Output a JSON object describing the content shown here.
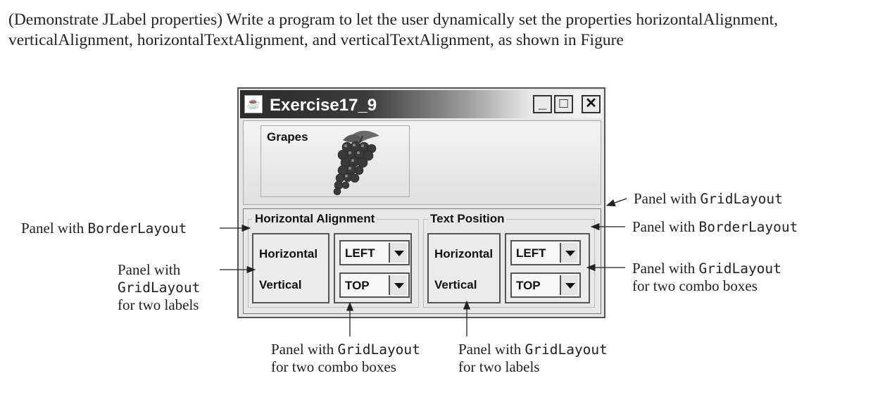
{
  "intro": "(Demonstrate JLabel properties) Write a program to let the user dynamically set the properties horizontalAlignment, verticalAlignment, horizontalTextAlignment, and verticalTextAlignment, as shown in Figure",
  "window": {
    "title": "Exercise17_9",
    "icon": "java-cup-icon",
    "buttons": {
      "minimize": "_",
      "maximize": "□",
      "close": "✕"
    },
    "display_label": {
      "text": "Grapes",
      "image": "grapes-image"
    }
  },
  "groups": {
    "alignment": {
      "title": "Horizontal Alignment",
      "labels": [
        "Horizontal",
        "Vertical"
      ],
      "combos": [
        "LEFT",
        "TOP"
      ]
    },
    "text_position": {
      "title": "Text Position",
      "labels": [
        "Horizontal",
        "Vertical"
      ],
      "combos": [
        "LEFT",
        "TOP"
      ]
    }
  },
  "annotations": {
    "grid_top": {
      "line1_a": "Panel with ",
      "line1_b": "GridLayout"
    },
    "border_left": {
      "line1_a": "Panel with ",
      "line1_b": "BorderLayout"
    },
    "border_right": {
      "line1_a": "Panel with ",
      "line1_b": "BorderLayout"
    },
    "grid_labels_left": {
      "line1": "Panel with",
      "line2": "GridLayout",
      "line3": "for two labels"
    },
    "grid_combos_right": {
      "line1_a": "Panel with ",
      "line1_b": "GridLayout",
      "line2": "for two combo boxes"
    },
    "grid_combos_bottom": {
      "line1_a": "Panel with ",
      "line1_b": "GridLayout",
      "line2": "for two combo boxes"
    },
    "grid_labels_bottom": {
      "line1_a": "Panel with ",
      "line1_b": "GridLayout",
      "line2": "for two labels"
    }
  }
}
